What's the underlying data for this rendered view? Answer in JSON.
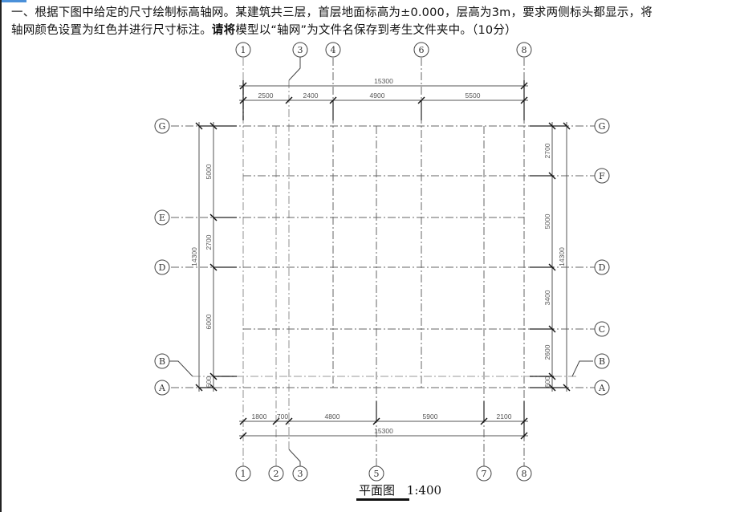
{
  "question": {
    "line1": "一、根据下图中给定的尺寸绘制标高轴网。某建筑共三层，首层地面标高为±0.000，层高为3m，要求两侧标头都显示，将",
    "line2_normal": "轴网颜色设置为红色并进行尺寸标注。",
    "line2_bold": "请将",
    "line2_rest": "模型以“轴网”为文件名保存到考生文件夹中。（10分）"
  },
  "drawing": {
    "top_axes": [
      "1",
      "3",
      "4",
      "6",
      "8"
    ],
    "bottom_axes": [
      "1",
      "2",
      "3",
      "5",
      "7",
      "8"
    ],
    "left_axes": [
      "G",
      "E",
      "D",
      "B",
      "A"
    ],
    "right_axes": [
      "G",
      "F",
      "D",
      "C",
      "B",
      "A"
    ],
    "top_dims": {
      "total": "15300",
      "segments": [
        "2500",
        "2400",
        "4900",
        "5500"
      ]
    },
    "bottom_dims": {
      "total": "15300",
      "segments": [
        "1800",
        "700",
        "4800",
        "5900",
        "2100"
      ]
    },
    "left_dims": {
      "total": "14300",
      "segments": [
        "5000",
        "2700",
        "6000",
        "600"
      ]
    },
    "right_dims": {
      "total": "14300",
      "segments": [
        "2700",
        "5000",
        "3400",
        "2600",
        "600"
      ]
    }
  },
  "caption": {
    "title": "平面图",
    "scale": "1:400"
  }
}
